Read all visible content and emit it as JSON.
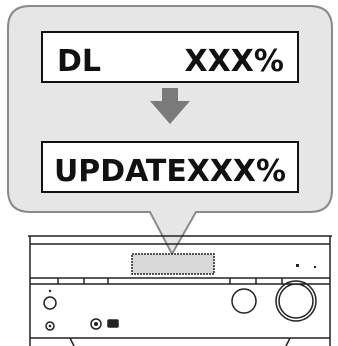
{
  "display_screens": [
    {
      "left_text": "DL",
      "right_text": "XXX%"
    },
    {
      "text": "UPDATEXXX%"
    }
  ],
  "colors": {
    "callout_fill": "#e6e6e6",
    "callout_stroke": "#8a8a8a",
    "screen_fill": "#ffffff",
    "screen_stroke": "#111111",
    "arrow": "#7a7a7a",
    "device_line": "#222222",
    "receiver_window": "#d9d9d9"
  },
  "arrow_icon": "down-arrow-icon"
}
